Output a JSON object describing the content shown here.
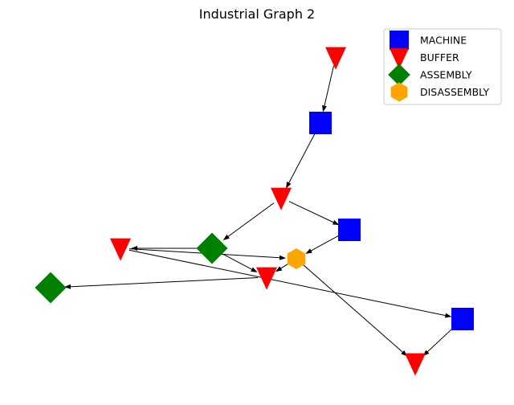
{
  "title": "Industrial Graph 2",
  "legend": [
    {
      "label": "MACHINE",
      "shape": "square",
      "color": "#0000ff"
    },
    {
      "label": "BUFFER",
      "shape": "triangle-down",
      "color": "#ff0000"
    },
    {
      "label": "ASSEMBLY",
      "shape": "diamond",
      "color": "#008000"
    },
    {
      "label": "DISASSEMBLY",
      "shape": "hexagon",
      "color": "#ffa500"
    }
  ],
  "nodes": [
    {
      "id": "b1",
      "type": "BUFFER"
    },
    {
      "id": "m1",
      "type": "MACHINE"
    },
    {
      "id": "b2",
      "type": "BUFFER"
    },
    {
      "id": "m2",
      "type": "MACHINE"
    },
    {
      "id": "a1",
      "type": "ASSEMBLY"
    },
    {
      "id": "b3",
      "type": "BUFFER"
    },
    {
      "id": "d1",
      "type": "DISASSEMBLY"
    },
    {
      "id": "b4",
      "type": "BUFFER"
    },
    {
      "id": "a2",
      "type": "ASSEMBLY"
    },
    {
      "id": "m3",
      "type": "MACHINE"
    },
    {
      "id": "b5",
      "type": "BUFFER"
    }
  ],
  "edges": [
    {
      "from": "b1",
      "to": "m1"
    },
    {
      "from": "m1",
      "to": "b2"
    },
    {
      "from": "b2",
      "to": "a1"
    },
    {
      "from": "b2",
      "to": "m2"
    },
    {
      "from": "m2",
      "to": "d1"
    },
    {
      "from": "a1",
      "to": "b3"
    },
    {
      "from": "a1",
      "to": "b4"
    },
    {
      "from": "d1",
      "to": "b3"
    },
    {
      "from": "d1",
      "to": "b5"
    },
    {
      "from": "b4",
      "to": "d1"
    },
    {
      "from": "b3",
      "to": "a2"
    },
    {
      "from": "b4",
      "to": "m3"
    },
    {
      "from": "m3",
      "to": "b5"
    }
  ]
}
